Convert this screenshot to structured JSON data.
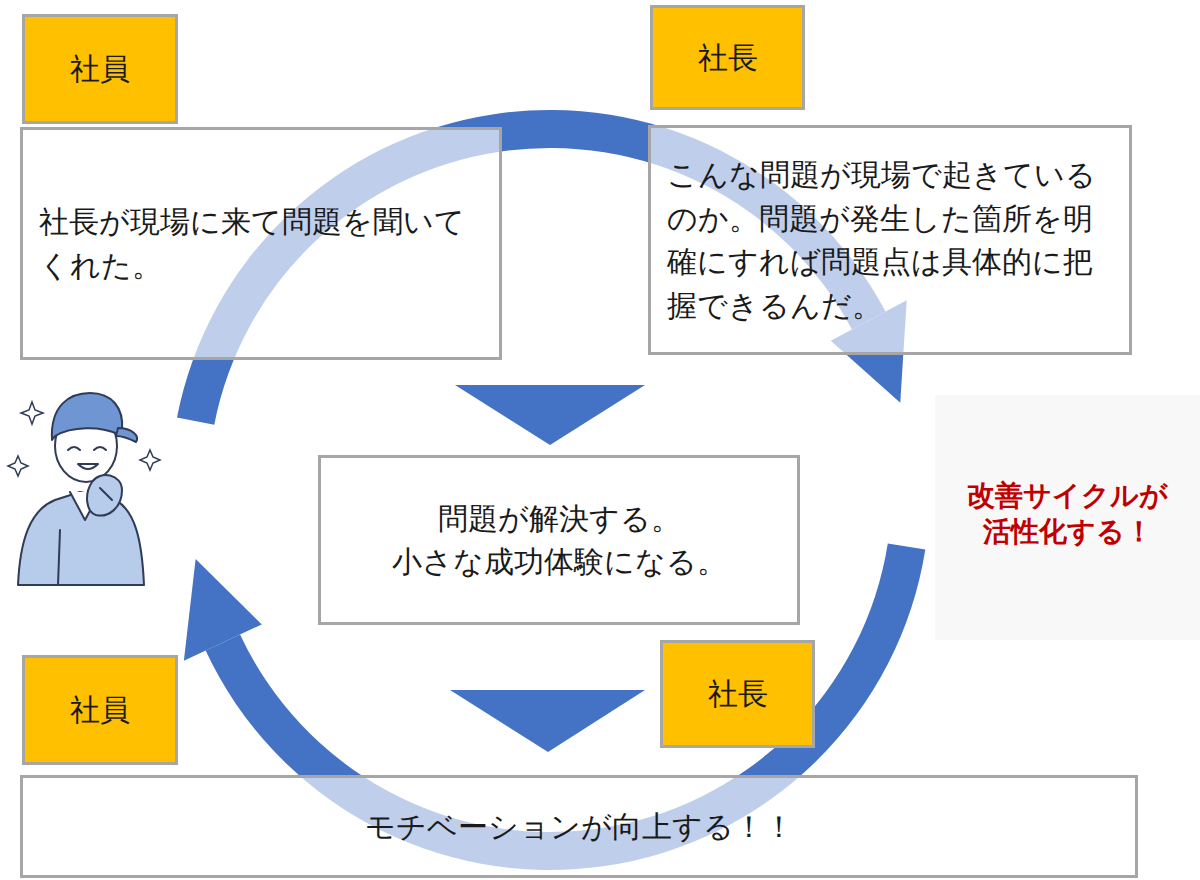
{
  "diagram": {
    "nodes": [
      {
        "text": [
          "社員"
        ]
      },
      {
        "text": [
          "社長が現場に来て問題を聞いてくれた。"
        ]
      },
      {
        "text": [
          "社長"
        ]
      },
      {
        "text": [
          "こんな問題が現場で起きているのか。問題が発生した箇所を明確にすれば問題点は具体的に把握できるんだ。"
        ]
      },
      {
        "text": [
          "問題が解決する。 小さな成功体験になる。"
        ]
      },
      {
        "text": [
          "社員"
        ]
      },
      {
        "text": [
          "社長"
        ]
      },
      {
        "text": [
          "モチベーションが向上する！！"
        ]
      }
    ],
    "labels": [
      "改善サイクルが 活性化する！"
    ]
  }
}
